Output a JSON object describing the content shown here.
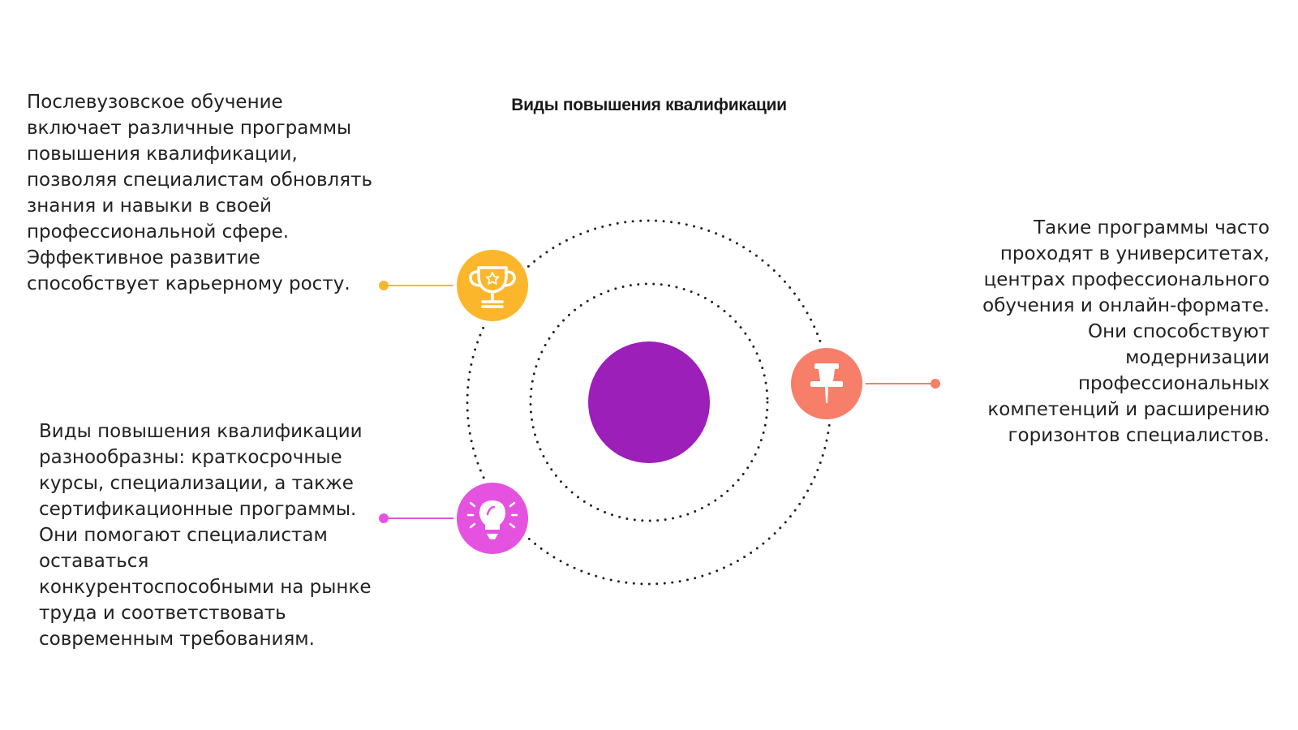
{
  "title": "Виды повышения квалификации",
  "items": [
    {
      "text": "Послевузовское обучение включает различные программы повышения квалификации, позволяя специалистам обновлять знания и навыки в своей профессиональной сфере. Эффективное развитие способствует карьерному росту.",
      "icon": "trophy-icon",
      "color": "#FBB62C"
    },
    {
      "text": "Виды повышения квалификации разнообразны: краткосрочные курсы, специализации, а также сертификационные программы. Они помогают специалистам оставаться конкурентоспособными на рынке труда и соответствовать современным требованиям.",
      "icon": "lightbulb-icon",
      "color": "#E552E0"
    },
    {
      "text": "Такие программы часто проходят в университетах, центрах профессионального обучения и онлайн-формате. Они способствуют модернизации профессиональных компетенций и расширению горизонтов специалистов.",
      "icon": "pushpin-icon",
      "color": "#F77E68"
    }
  ],
  "center_color": "#9B1FB8",
  "orbit_color": "#222222"
}
